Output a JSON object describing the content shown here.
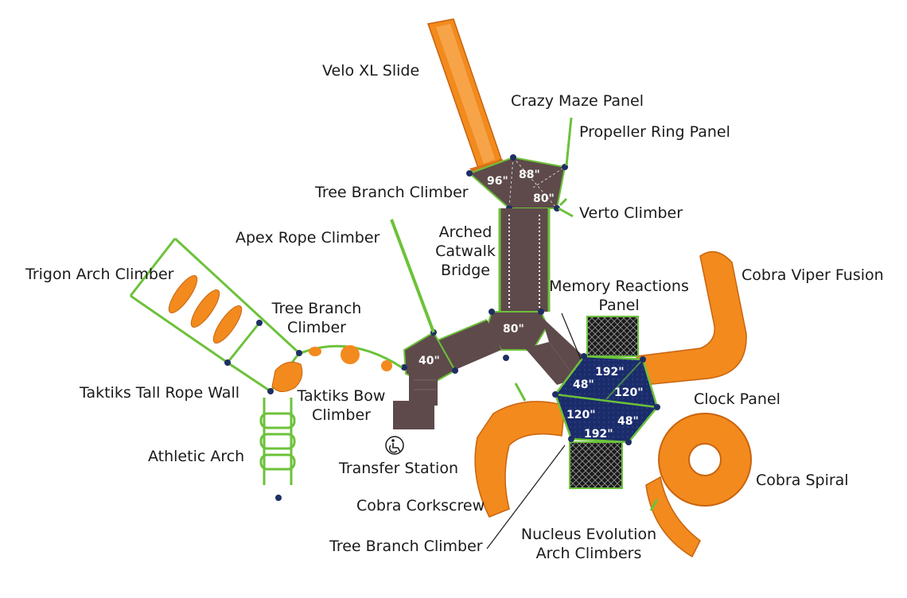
{
  "labels": {
    "velo_xl_slide": "Velo XL Slide",
    "crazy_maze_panel": "Crazy Maze Panel",
    "propeller_ring_panel": "Propeller Ring Panel",
    "tree_branch_climber_top": "Tree Branch Climber",
    "verto_climber": "Verto Climber",
    "apex_rope_climber": "Apex Rope Climber",
    "arched_catwalk_bridge": "Arched\nCatwalk\nBridge",
    "trigon_arch_climber": "Trigon Arch Climber",
    "tree_branch_climber_left": "Tree Branch\nClimber",
    "memory_reactions_panel": "Memory Reactions\nPanel",
    "cobra_viper_fusion": "Cobra Viper Fusion",
    "taktiks_tall_rope_wall": "Taktiks Tall Rope Wall",
    "taktiks_bow_climber": "Taktiks Bow\nClimber",
    "clock_panel": "Clock Panel",
    "athletic_arch": "Athletic Arch",
    "transfer_station": "Transfer Station",
    "cobra_spiral": "Cobra Spiral",
    "cobra_corkscrew": "Cobra Corkscrew",
    "nucleus_evolution_arch_climbers": "Nucleus Evolution\nArch Climbers",
    "tree_branch_climber_bottom": "Tree Branch Climber"
  },
  "deck_heights": {
    "top_left": "96\"",
    "top_right": "88\"",
    "top_bottom": "80\"",
    "hub": "80\"",
    "left_deck": "40\"",
    "hex_top": "192\"",
    "hex_upper_left": "48\"",
    "hex_upper_right": "120\"",
    "hex_lower_left": "120\"",
    "hex_lower_right": "48\"",
    "hex_bottom": "192\""
  },
  "icons": {
    "transfer_station": "wheelchair-icon"
  },
  "colors": {
    "deck": "#5e4a4a",
    "hex_deck": "#1b2c6b",
    "slide": "#f28a1e",
    "frame": "#6cc23a",
    "post": "#1f2f63"
  }
}
